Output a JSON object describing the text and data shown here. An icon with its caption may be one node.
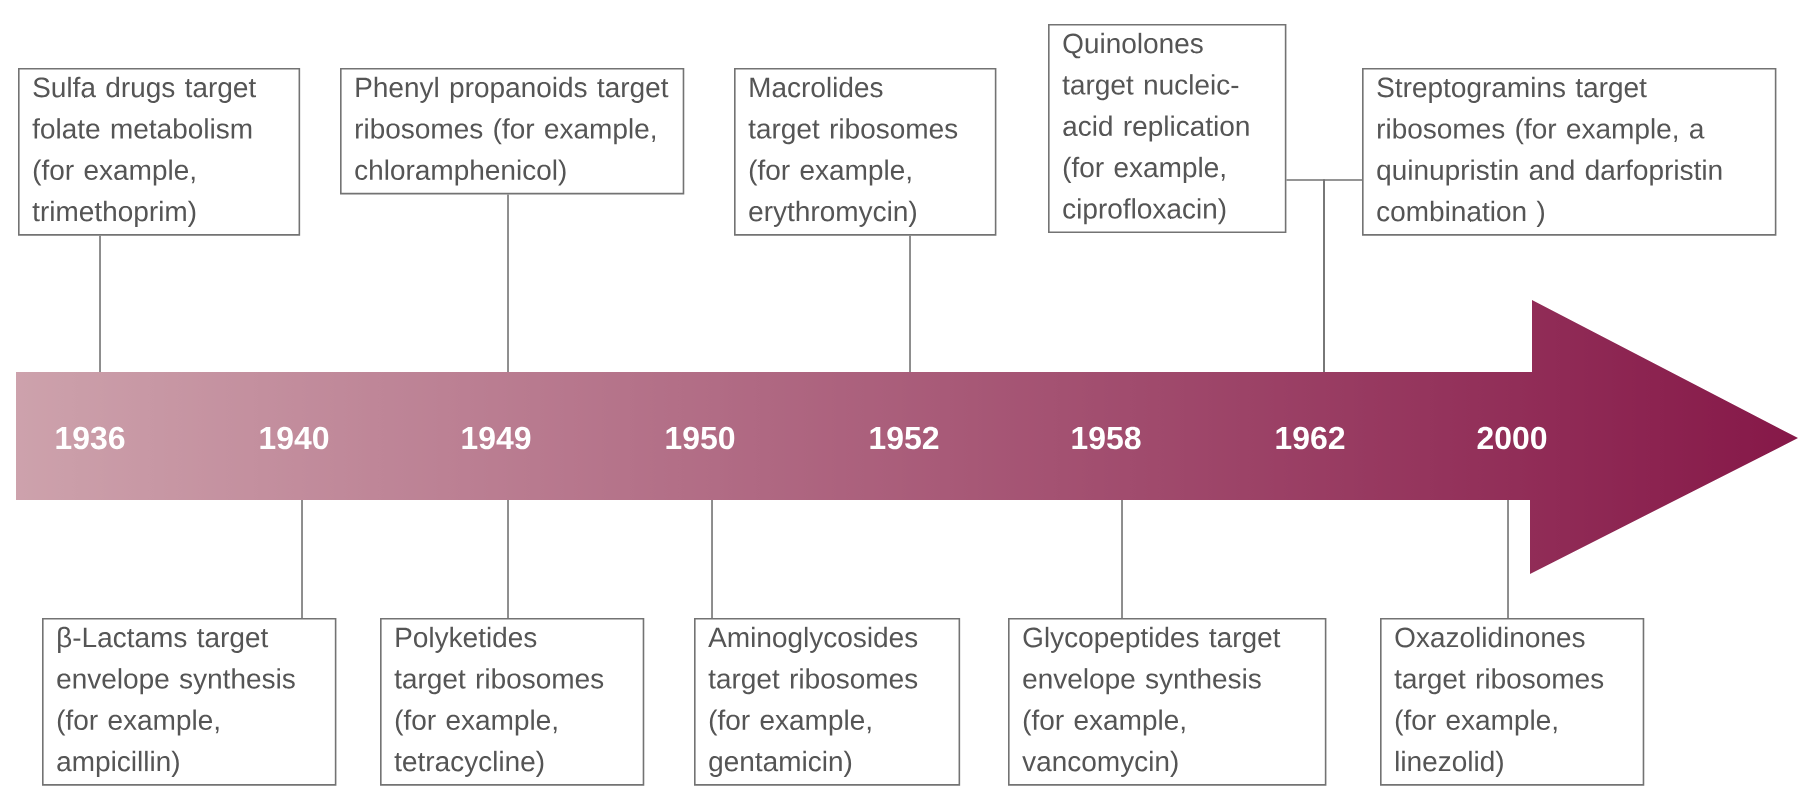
{
  "diagram": {
    "nodes": [
      {
        "text": [
          "Sulfa drugs target folate metabolism (for example, trimethoprim)"
        ]
      },
      {
        "text": [
          "Phenyl propanoids target ribosomes (for example, chloramphenicol)"
        ]
      },
      {
        "text": [
          "Macrolides target ribosomes (for example, erythromycin)"
        ]
      },
      {
        "text": [
          "Quinolones target nucleic-acid replication (for example, ciprofloxacin)"
        ]
      },
      {
        "text": [
          "Streptogramins target ribosomes (for example, a quinupristin and darfopristin combination )"
        ]
      },
      {
        "text": [
          "β-Lactams target envelope synthesis (for example, ampicillin)"
        ]
      },
      {
        "text": [
          "Polyketides target ribosomes (for example, tetracycline)"
        ]
      },
      {
        "text": [
          "Aminoglycosides target ribosomes (for example, gentamicin)"
        ]
      },
      {
        "text": [
          "Glycopeptides target envelope synthesis (for example, vancomycin)"
        ]
      },
      {
        "text": [
          "Oxazolidinones target ribosomes (for example, linezolid)"
        ]
      }
    ],
    "edges": [
      {
        "from": 0,
        "to": null,
        "arrow": "none"
      },
      {
        "from": 1,
        "to": null,
        "arrow": "none"
      },
      {
        "from": 2,
        "to": null,
        "arrow": "none"
      },
      {
        "from": 3,
        "to": null,
        "arrow": "none"
      },
      {
        "from": 4,
        "to": null,
        "arrow": "none"
      },
      {
        "from": 5,
        "to": null,
        "arrow": "none"
      },
      {
        "from": 6,
        "to": null,
        "arrow": "none"
      },
      {
        "from": 7,
        "to": null,
        "arrow": "none"
      },
      {
        "from": 8,
        "to": null,
        "arrow": "none"
      },
      {
        "from": 9,
        "to": null,
        "arrow": "none"
      }
    ],
    "labels": [
      "1936",
      "1940",
      "1949",
      "1950",
      "1952",
      "1958",
      "1962",
      "2000"
    ]
  }
}
